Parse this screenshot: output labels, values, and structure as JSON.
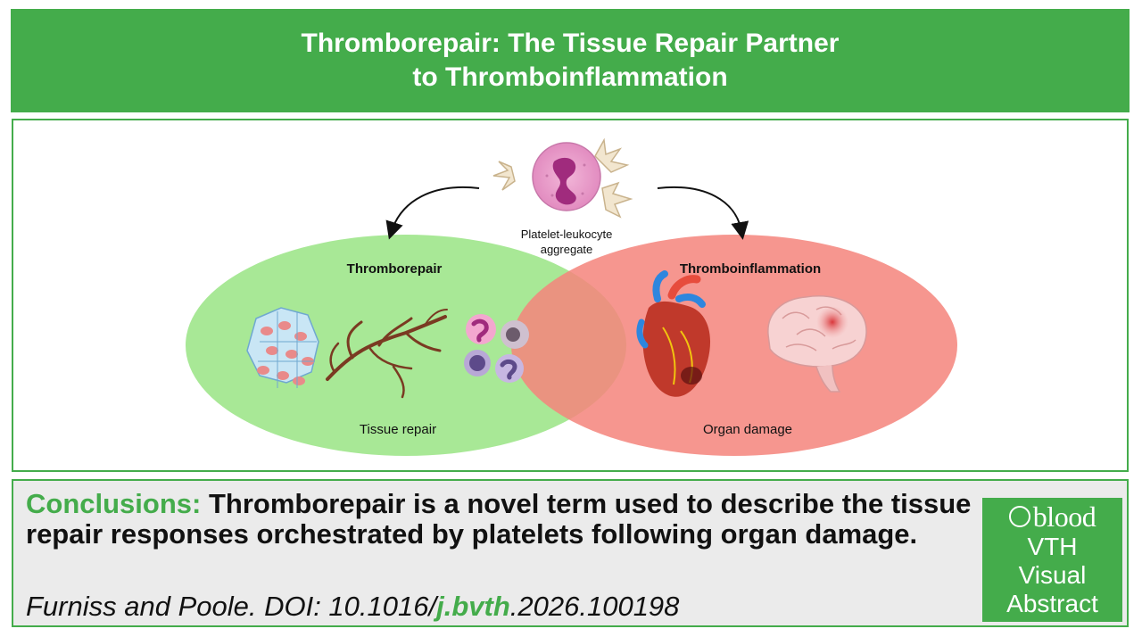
{
  "header": {
    "title_line1": "Thromborepair: The Tissue Repair Partner",
    "title_line2": "to Thromboinflammation"
  },
  "diagram": {
    "aggregate_label_line1": "Platelet-leukocyte",
    "aggregate_label_line2": "aggregate",
    "left": {
      "title": "Thromborepair",
      "caption": "Tissue repair",
      "color": "#a8e896"
    },
    "right": {
      "title": "Thromboinflammation",
      "caption": "Organ damage",
      "color": "#f4857d"
    },
    "icons": [
      "platelet-leukocyte-aggregate-icon",
      "epithelial-tissue-icon",
      "blood-vessels-icon",
      "leukocytes-icon",
      "heart-icon",
      "brain-icon"
    ]
  },
  "footer": {
    "conclusion_label": "Conclusions:",
    "conclusion_text": " Thromborepair is a novel term used to describe the tissue repair responses orchestrated by platelets following organ damage.",
    "citation_prefix": "Furniss and Poole. DOI: 10.1016/",
    "citation_highlight": "j.bvth",
    "citation_suffix": ".2026.100198"
  },
  "badge": {
    "brand": "blood",
    "line1": "VTH",
    "line2": "Visual",
    "line3": "Abstract"
  },
  "colors": {
    "brand_green": "#44ac4b",
    "footer_bg": "#ebebeb"
  }
}
